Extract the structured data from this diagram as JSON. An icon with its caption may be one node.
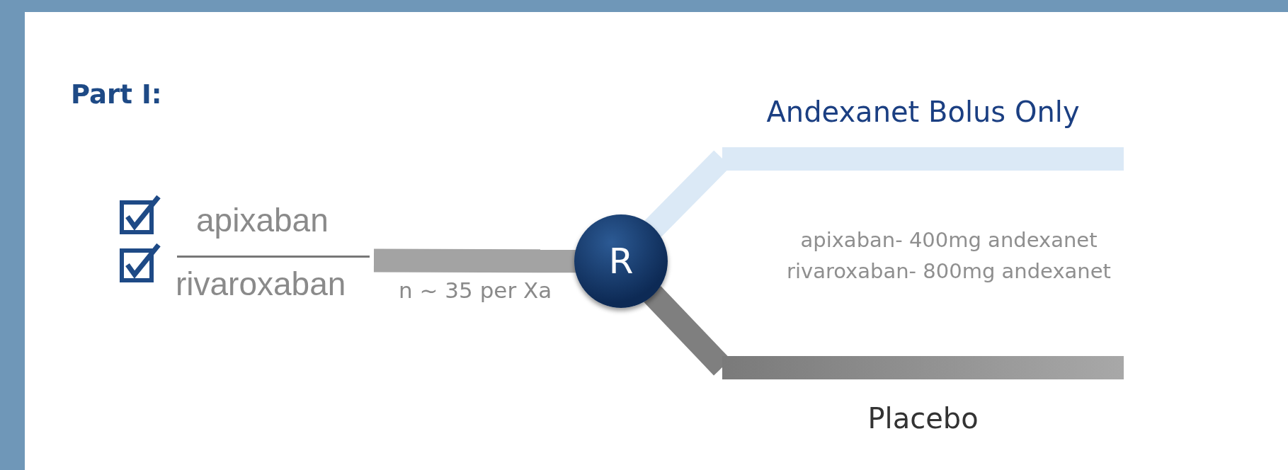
{
  "diagram": {
    "title": "Part I:",
    "nodes": [
      {
        "text": [
          "apixaban",
          "rivaroxaban"
        ]
      },
      {
        "text": [
          "R"
        ]
      },
      {
        "text": [
          "Andexanet Bolus Only"
        ]
      },
      {
        "text": [
          "Placebo"
        ]
      }
    ],
    "edges": [
      {
        "from": 0,
        "to": 1,
        "arrow": "none",
        "label": "n ~ 35 per Xa",
        "color": "#a3a3a3"
      },
      {
        "from": 1,
        "to": 2,
        "arrow": "none",
        "color": "#dbe9f6"
      },
      {
        "from": 1,
        "to": 3,
        "arrow": "none",
        "color": "#7f7f7f"
      }
    ],
    "labels": [
      "apixaban- 400mg andexanet",
      "rivaroxaban- 800mg andexanet"
    ]
  }
}
